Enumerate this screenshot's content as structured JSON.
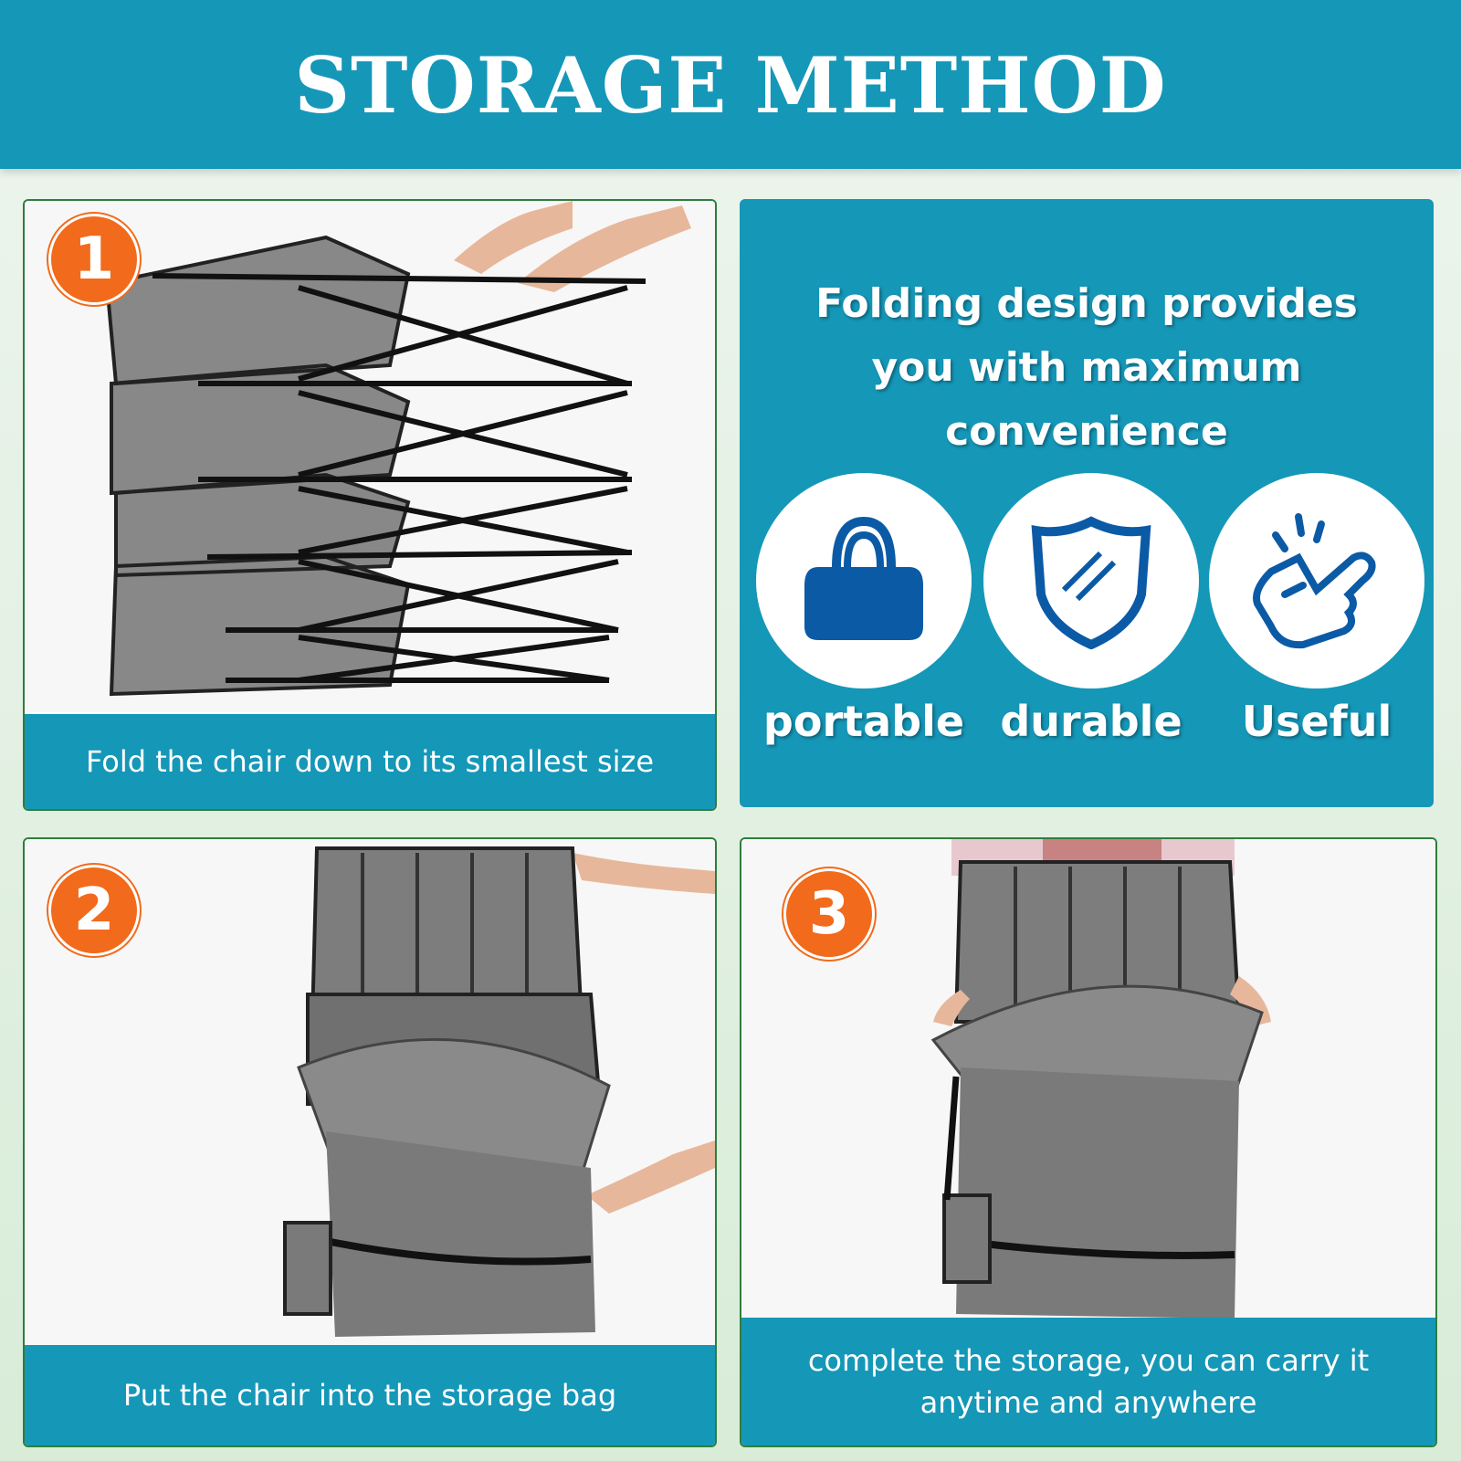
{
  "header": {
    "title": "STORAGE METHOD"
  },
  "steps": [
    {
      "number": "1",
      "caption": "Fold the chair down to its smallest size"
    },
    {
      "number": "2",
      "caption": "Put the chair into the storage bag"
    },
    {
      "number": "3",
      "caption": "complete the storage, you can carry it anytime and anywhere"
    }
  ],
  "features": {
    "title_line1": "Folding design provides",
    "title_line2": "you with maximum convenience",
    "items": [
      {
        "label": "portable",
        "icon": "handbag-icon"
      },
      {
        "label": "durable",
        "icon": "shield-icon"
      },
      {
        "label": "Useful",
        "icon": "snap-finger-icon"
      }
    ]
  },
  "colors": {
    "teal": "#1597b8",
    "orange": "#f26a1b",
    "icon_blue": "#0b5aa6",
    "fabric_gray": "#7d7d7d"
  }
}
